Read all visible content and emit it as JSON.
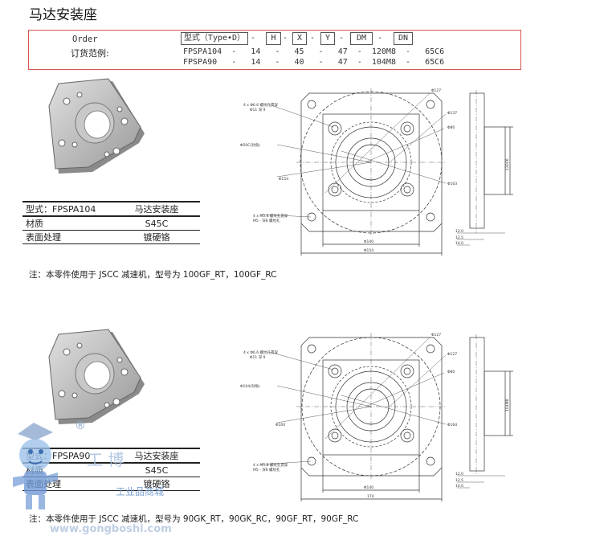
{
  "title": "马达安装座",
  "order": {
    "label": "Order",
    "range_label": "订货范例:",
    "fields": [
      "型式（Type•D）",
      "H",
      "X",
      "Y",
      "DM",
      "DN"
    ],
    "examples": [
      [
        "FPSPA104",
        "14",
        "45",
        "47",
        "120M8",
        "65C6"
      ],
      [
        "FPSPA90",
        "14",
        "40",
        "47",
        "104M8",
        "65C6"
      ]
    ]
  },
  "parts": [
    {
      "spec": [
        [
          "型式：FPSPA104",
          "马达安装座"
        ],
        [
          "材质",
          "S45C"
        ],
        [
          "表面处理",
          "镀硬铬"
        ]
      ],
      "note": "注：本零件使用于 JSCC 减速机，型号为 100GF_RT，100GF_RC"
    },
    {
      "spec": [
        [
          "型式：FPSPA90",
          "马达安装座"
        ],
        [
          "材质",
          "S45C"
        ],
        [
          "表面处理",
          "镀硬铬"
        ]
      ],
      "note": "注：本零件使用于 JSCC 减速机，型号为 90GK_RT，90GK_RC，90GF_RT，90GF_RC"
    }
  ],
  "drawing_labels": {
    "top": {
      "holes_a": "4 x Φ6.6 螺纹孔贯穿",
      "holes_a2": "Φ11 深 9",
      "bolt_circle": "Φ50C(对角)",
      "d1": "Φ127",
      "d2": "Φ137",
      "d3": "Φ80",
      "d4": "Φ163",
      "d5": "Φ154",
      "holes_b": "4 x M5.8 螺纹孔贯穿",
      "holes_b2": "M5 - 深8 螺纹孔",
      "w_inner": "Φ140",
      "w_outer": "Φ154",
      "h1": "12.0",
      "h2": "12.5",
      "h3": "14.0",
      "side": "120C6"
    },
    "bottom": {
      "holes_a": "4 x Φ6.6 螺纹孔贯穿",
      "holes_a2": "Φ11 深 9",
      "bolt_circle": "Φ104(对角)",
      "d1": "Φ127",
      "d2": "Φ127",
      "d3": "Φ80",
      "d4": "Φ164",
      "d5": "Φ104",
      "holes_b": "4 x M5.8 螺纹孔贯穿",
      "holes_b2": "M5 - 深8 螺纹孔",
      "w_inner": "Φ140",
      "w_outer": "174",
      "h1": "12.0",
      "h2": "12.5",
      "h3": "14.0",
      "side": "104M8"
    }
  },
  "watermark": {
    "brand": "工 博",
    "registered": "®",
    "tagline": "工业品商城",
    "url": "www.gongboshi.com"
  }
}
